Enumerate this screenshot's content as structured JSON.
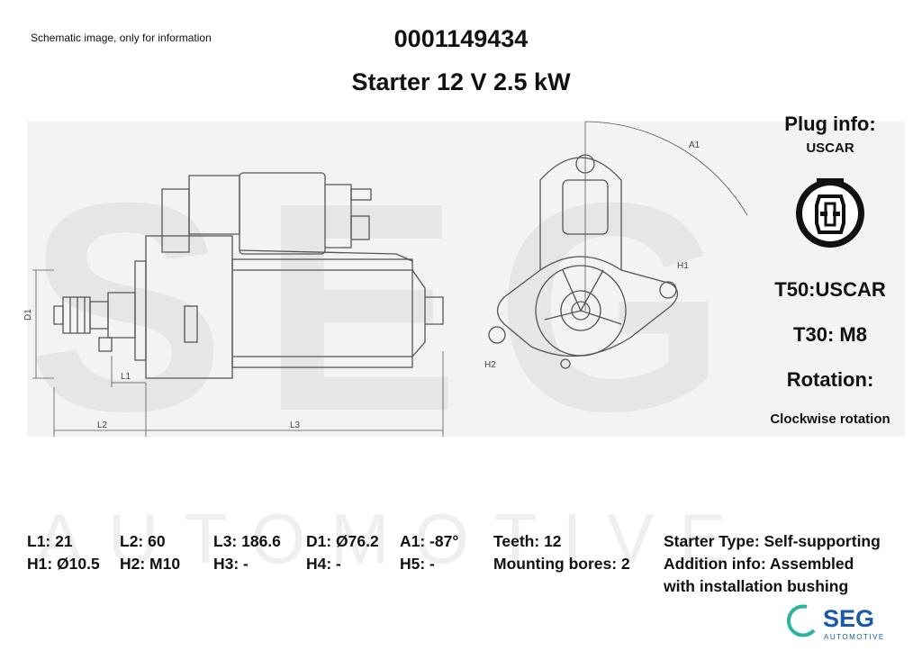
{
  "header": {
    "note": "Schematic image, only for information",
    "part_number": "0001149434",
    "title": "Starter 12 V 2.5 kW"
  },
  "right_panel": {
    "plug_heading": "Plug info:",
    "plug_type": "USCAR",
    "t50": "T50:USCAR",
    "t30": "T30: M8",
    "rotation_heading": "Rotation:",
    "rotation_value": "Clockwise rotation"
  },
  "drawing_labels": {
    "d1": "D1",
    "l1": "L1",
    "l2": "L2",
    "l3": "L3",
    "a1": "A1",
    "h1": "H1",
    "h2": "H2"
  },
  "specs": {
    "l1": "L1: 21",
    "l2": "L2: 60",
    "l3": "L3: 186.6",
    "d1": "D1: Ø76.2",
    "a1": "A1: -87°",
    "teeth": "Teeth: 12",
    "starter_type": "Starter Type:  Self-supporting",
    "h1": "H1: Ø10.5",
    "h2": "H2: M10",
    "h3": "H3: -",
    "h4": "H4: -",
    "h5": "H5: -",
    "mounting_bores": "Mounting bores: 2",
    "addition_info_1": "Addition info: Assembled",
    "addition_info_2": "with installation bushing"
  },
  "logo": {
    "brand": "SEG",
    "subtitle": "AUTOMOTIVE",
    "color": "#1a5aa8",
    "accent": "#2bb5a0"
  },
  "colors": {
    "watermark": "#eeeeee",
    "line": "#555555"
  }
}
